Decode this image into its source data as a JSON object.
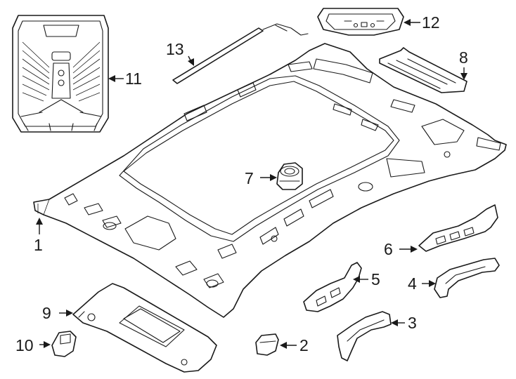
{
  "diagram": {
    "callouts": [
      {
        "id": "1",
        "label": "1"
      },
      {
        "id": "2",
        "label": "2"
      },
      {
        "id": "3",
        "label": "3"
      },
      {
        "id": "4",
        "label": "4"
      },
      {
        "id": "5",
        "label": "5"
      },
      {
        "id": "6",
        "label": "6"
      },
      {
        "id": "7",
        "label": "7"
      },
      {
        "id": "8",
        "label": "8"
      },
      {
        "id": "9",
        "label": "9"
      },
      {
        "id": "10",
        "label": "10"
      },
      {
        "id": "11",
        "label": "11"
      },
      {
        "id": "12",
        "label": "12"
      },
      {
        "id": "13",
        "label": "13"
      }
    ]
  }
}
